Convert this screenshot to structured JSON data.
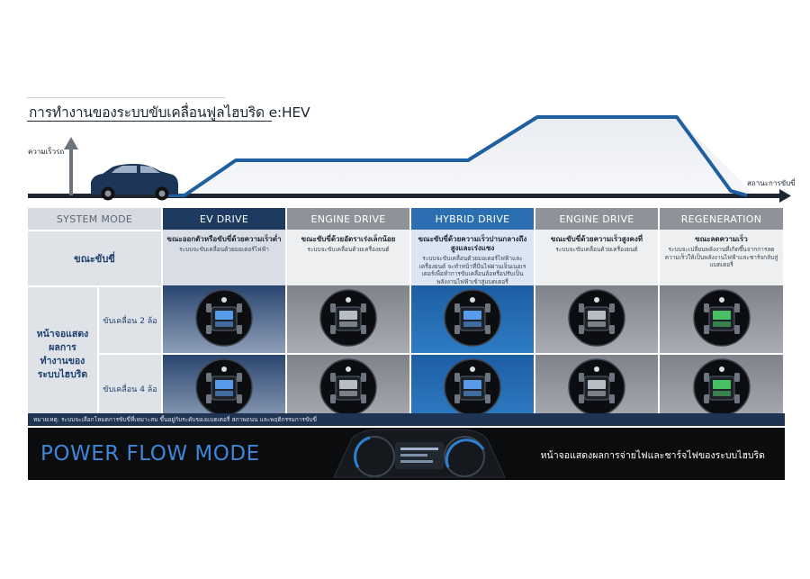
{
  "title": "การทำงานของระบบขับเคลื่อนฟูลไฮบริด e:HEV",
  "diagram": {
    "y_axis_label": "ความเร็วรถ",
    "x_axis_label": "สถานะการขับขี่"
  },
  "table": {
    "system_mode_label": "SYSTEM MODE",
    "while_driving_label": "ขณะขับขี่",
    "screen_label": "หน้าจอแสดงผลการทำงานของระบบไฮบริด",
    "wheel_2_label": "ขับเคลื่อน 2 ล้อ",
    "wheel_4_label": "ขับเคลื่อน 4 ล้อ",
    "modes": [
      {
        "name": "EV DRIVE",
        "desc_title": "ขณะออกตัวหรือขับขี่ด้วยความเร็วต่ำ",
        "desc_body": "ระบบจะขับเคลื่อนด้วยมอเตอร์ไฟฟ้า",
        "style": "ev"
      },
      {
        "name": "ENGINE DRIVE",
        "desc_title": "ขณะขับขี่ด้วยอัตราเร่งเล็กน้อย",
        "desc_body": "ระบบจะขับเคลื่อนด้วยเครื่องยนต์",
        "style": "eng"
      },
      {
        "name": "HYBRID DRIVE",
        "desc_title": "ขณะขับขี่ด้วยความเร็วปานกลางถึงสูงและเร่งแซง",
        "desc_body": "ระบบจะขับเคลื่อนด้วยมอเตอร์ไฟฟ้าและเครื่องยนต์ จะทำหน้าที่ปั่นไฟผ่านเจ็นเนอเรเตอร์เพื่อทำการขับเคลื่อนล้อหรือปรับเป็นพลังงานไฟฟ้าเข้าสู่แบตเตอรี่",
        "style": "hyb"
      },
      {
        "name": "ENGINE DRIVE",
        "desc_title": "ขณะขับขี่ด้วยความเร็วสูงคงที่",
        "desc_body": "ระบบจะขับเคลื่อนด้วยเครื่องยนต์",
        "style": "eng"
      },
      {
        "name": "REGENERATION",
        "desc_title": "ขณะลดความเร็ว",
        "desc_body": "ระบบจะเปลี่ยนพลังงานที่เกิดขึ้นจากการลดความเร็วให้เป็นพลังงานไฟฟ้าและชาร์จกลับสู่แบตเตอรี่",
        "style": "gen"
      }
    ]
  },
  "note": "หมายเหตุ: ระบบจะเลือกโหมดการขับขี่ที่เหมาะสม ขึ้นอยู่กับระดับของแบตเตอรี่ สภาพถนน และพฤติกรรมการขับขี่",
  "banner": {
    "title": "POWER FLOW MODE",
    "description": "หน้าจอแสดงผลการจ่ายไฟและชาร์จไฟของระบบไฮบริด"
  },
  "colors": {
    "accent_blue": "#1f5fa0",
    "ev_header": "#1f3a61",
    "hybrid_header": "#2b6fb0",
    "engine_header": "#8f9399",
    "power_flow_title": "#3f86d6"
  }
}
